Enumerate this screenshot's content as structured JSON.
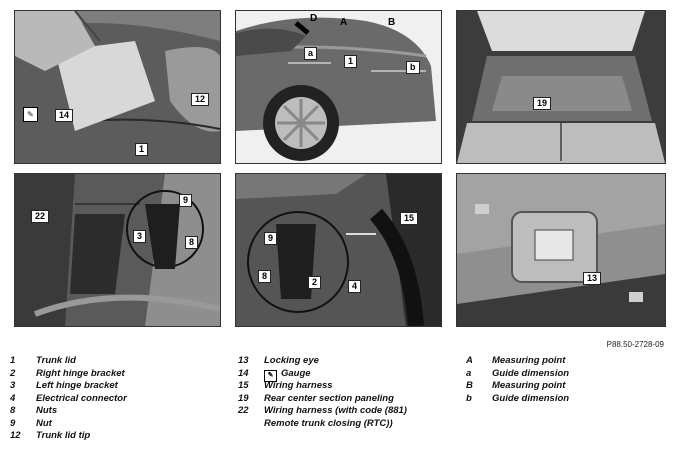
{
  "figure_id": "P88.50-2728-09",
  "panels": {
    "p1": {
      "callouts": {
        "c14": "14",
        "c12": "12",
        "c1": "1"
      }
    },
    "p2": {
      "callouts": {
        "c1": "1"
      },
      "letters": {
        "D": "D",
        "A": "A",
        "B": "B",
        "a": "a",
        "b": "b"
      }
    },
    "p3": {
      "callouts": {
        "c19": "19"
      }
    },
    "p4": {
      "callouts": {
        "c22": "22",
        "c9": "9",
        "c3": "3",
        "c8": "8"
      }
    },
    "p5": {
      "callouts": {
        "c9": "9",
        "c15": "15",
        "c8": "8",
        "c2": "2",
        "c4": "4"
      }
    },
    "p6": {
      "callouts": {
        "c13": "13"
      }
    }
  },
  "legend": {
    "col1": [
      {
        "key": "1",
        "label": "Trunk lid"
      },
      {
        "key": "2",
        "label": "Right hinge bracket"
      },
      {
        "key": "3",
        "label": "Left hinge bracket"
      },
      {
        "key": "4",
        "label": "Electrical connector"
      },
      {
        "key": "8",
        "label": "Nuts"
      },
      {
        "key": "9",
        "label": "Nut"
      },
      {
        "key": "12",
        "label": "Trunk lid tip"
      }
    ],
    "col2": [
      {
        "key": "13",
        "label": "Locking eye"
      },
      {
        "key": "14",
        "label": "Gauge",
        "icon": "gauge-icon"
      },
      {
        "key": "15",
        "label": "Wiring harness"
      },
      {
        "key": "19",
        "label": "Rear center section paneling"
      },
      {
        "key": "22",
        "label": "Wiring harness (with code (881)"
      },
      {
        "key": "",
        "label": "Remote trunk closing (RTC))"
      }
    ],
    "col3": [
      {
        "key": "A",
        "label": "Measuring point"
      },
      {
        "key": "a",
        "label": "Guide dimension"
      },
      {
        "key": "B",
        "label": "Measuring point"
      },
      {
        "key": "b",
        "label": "Guide dimension"
      }
    ]
  }
}
